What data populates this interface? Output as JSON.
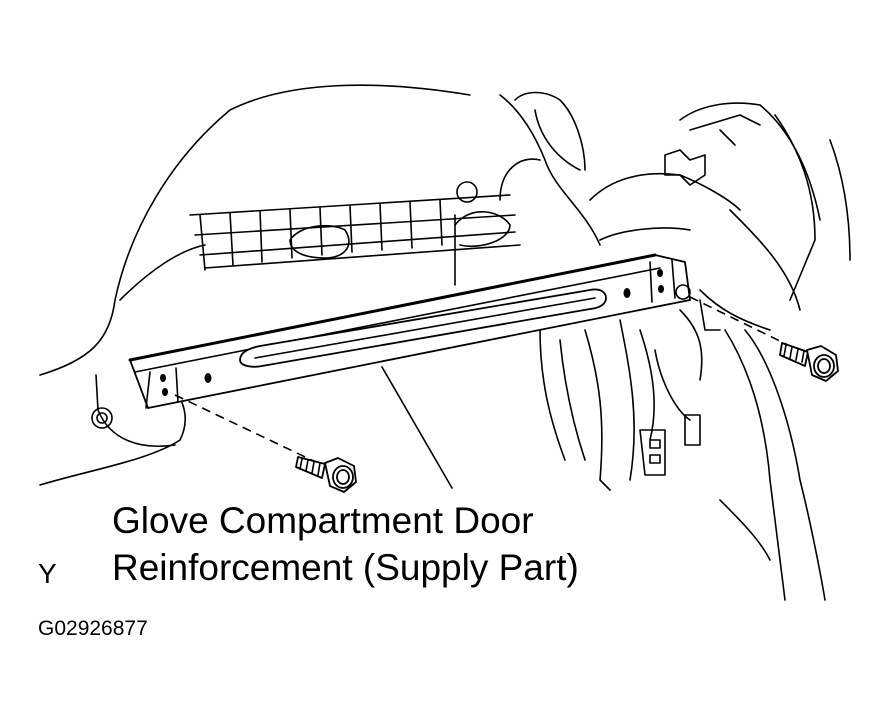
{
  "callout": {
    "line1": "Glove Compartment Door",
    "line2": "Reinforcement (Supply Part)"
  },
  "view_letter": "Y",
  "figure_code": "G02926877"
}
